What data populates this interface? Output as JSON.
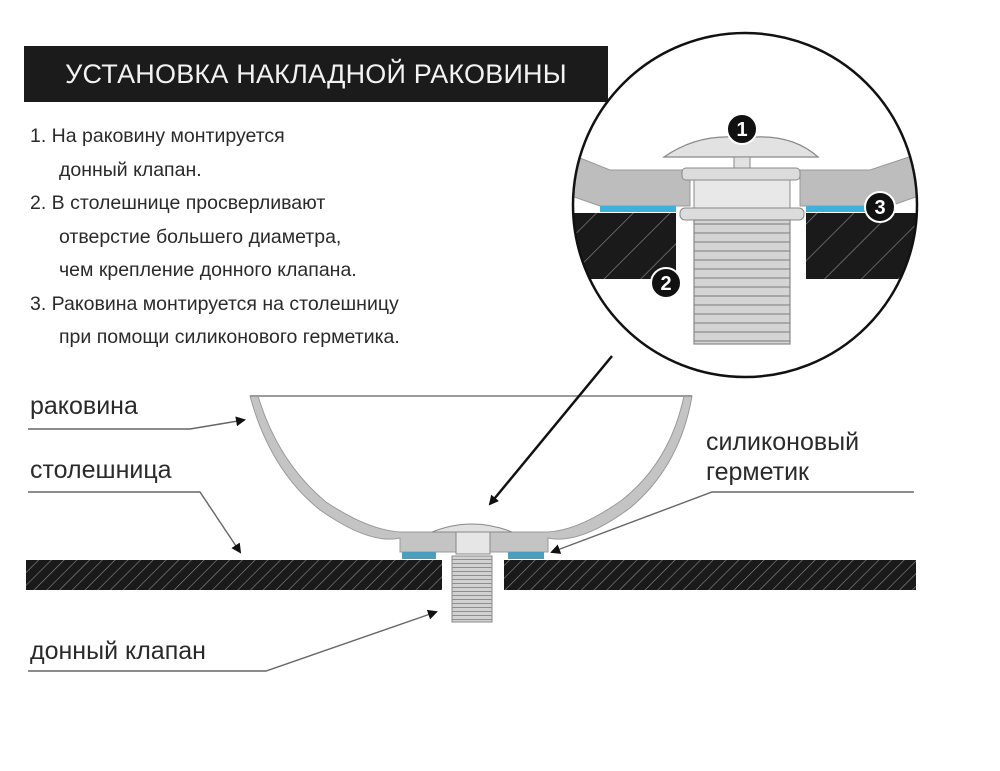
{
  "title": "УСТАНОВКА НАКЛАДНОЙ РАКОВИНЫ",
  "steps": [
    {
      "lines": [
        "1. На раковину монтируется",
        "донный клапан."
      ]
    },
    {
      "lines": [
        "2. В столешнице просверливают",
        "отверстие большего диаметра,",
        "чем крепление донного клапана."
      ]
    },
    {
      "lines": [
        "3. Раковина монтируется на столешницу",
        "при помощи силиконового герметика."
      ]
    }
  ],
  "labels": {
    "sink": "раковина",
    "countertop": "столешница",
    "sealant_line1": "силиконовый",
    "sealant_line2": "герметик",
    "drain_valve": "донный клапан"
  },
  "callouts": [
    "1",
    "2",
    "3"
  ],
  "colors": {
    "title_bg": "#1b1b1b",
    "countertop": "#1a1a1a",
    "sink": "#c4c4c4",
    "sealant": "#3fb0d8",
    "valve": "#d6d6d6"
  }
}
